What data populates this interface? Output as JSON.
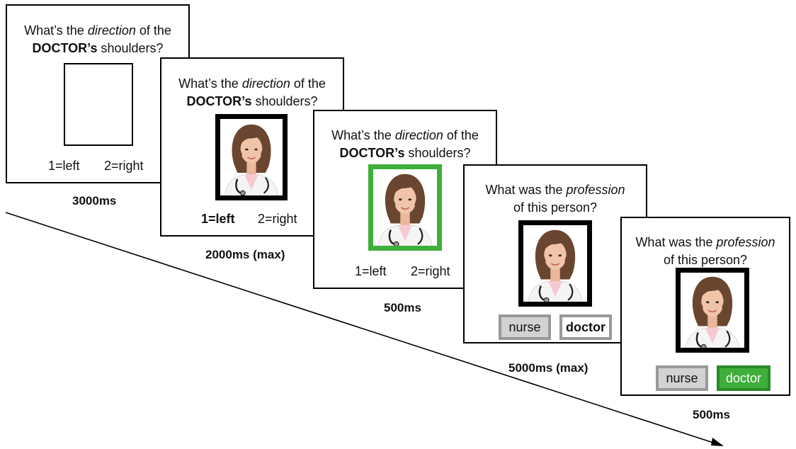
{
  "screens": [
    {
      "question": {
        "pre": "What’s the ",
        "em": "direction",
        "mid": " of the",
        "bold": "DOCTOR’s",
        "post": " shoulders?"
      },
      "left_key": "1=left",
      "right_key": "2=right",
      "time": "3000ms"
    },
    {
      "question": {
        "pre": "What’s the ",
        "em": "direction",
        "mid": " of the",
        "bold": "DOCTOR’s",
        "post": " shoulders?"
      },
      "left_key": "1=left",
      "right_key": "2=right",
      "time": "2000ms (max)"
    },
    {
      "question": {
        "pre": "What’s the ",
        "em": "direction",
        "mid": " of the",
        "bold": "DOCTOR’s",
        "post": " shoulders?"
      },
      "left_key": "1=left",
      "right_key": "2=right",
      "time": "500ms"
    },
    {
      "question": {
        "pre": "What was the ",
        "em": "profession",
        "line2": "of this person?"
      },
      "option_a": "nurse",
      "option_b": "doctor",
      "time": "5000ms (max)"
    },
    {
      "question": {
        "pre": "What was the ",
        "em": "profession",
        "line2": "of this person?"
      },
      "option_a": "nurse",
      "option_b": "doctor",
      "time": "500ms"
    }
  ],
  "colors": {
    "feedback_green": "#3fae3a",
    "option_gray": "#d2d2d2"
  }
}
